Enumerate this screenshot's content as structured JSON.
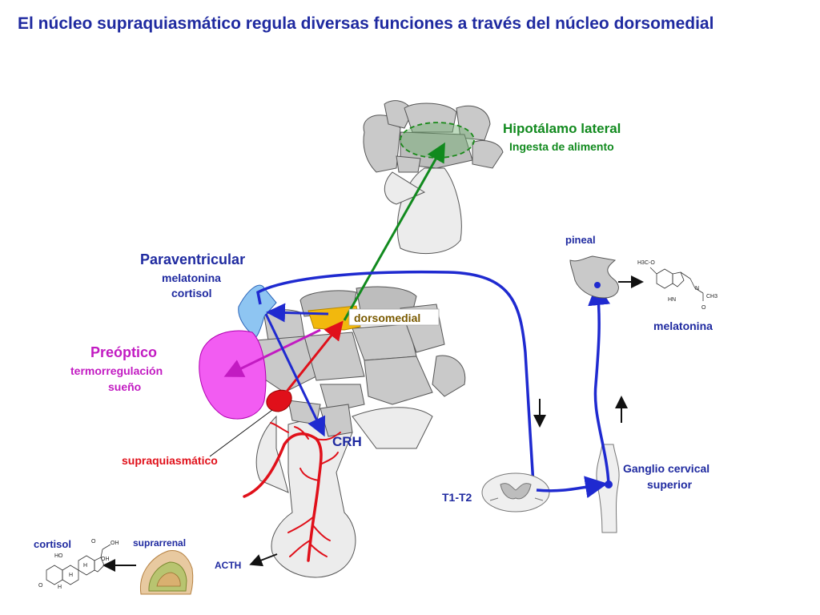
{
  "title": "El núcleo supraquiasmático regula diversas funciones a través del núcleo dorsomedial",
  "labels": {
    "lateral_title": "Hipotálamo lateral",
    "lateral_sub": "Ingesta de alimento",
    "pvn_title": "Paraventricular",
    "pvn_sub1": "melatonina",
    "pvn_sub2": "cortisol",
    "preoptic_title": "Preóptico",
    "preoptic_sub1": "termorregulación",
    "preoptic_sub2": "sueño",
    "dorsomedial": "dorsomedial",
    "scn": "supraquiasmático",
    "crh": "CRH",
    "acth": "ACTH",
    "adrenal": "suprarrenal",
    "cortisol": "cortisol",
    "pineal": "pineal",
    "melatonin": "melatonina",
    "spinal": "T1-T2",
    "ganglion1": "Ganglio cervical",
    "ganglion2": "superior"
  },
  "molecule_text": {
    "mel_ch3o": "H3C-O",
    "mel_hn": "HN",
    "mel_nh": "N",
    "mel_ch3": "CH3",
    "mel_o": "O",
    "cort_o1": "O",
    "cort_oh1": "OH",
    "cort_ho": "HO",
    "cort_oh2": "OH",
    "cort_h1": "H",
    "cort_h2": "H",
    "cort_h3": "H",
    "cort_o2": "O"
  },
  "colors": {
    "title": "#1f2aa0",
    "lateral": "#118a1e",
    "pvn": "#1f2aa0",
    "preoptic": "#c21bc2",
    "scn": "#e0101a",
    "dorsomedial_fill": "#f2b80d",
    "pvn_fill": "#8ec5f2",
    "preoptic_fill": "#f25cf2"
  }
}
